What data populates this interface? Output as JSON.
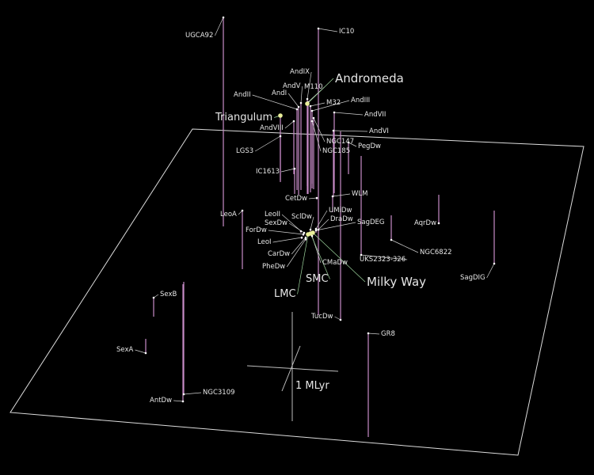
{
  "scale_label": "1 MLyr",
  "colors": {
    "background": "#000000",
    "plane": "#dcdcdc",
    "stem": "#c78bc7",
    "leader": "#cfcfcf",
    "major_leader": "#9fd79f",
    "major_dot": "#e9ef9a"
  },
  "galaxies": [
    {
      "id": "ugca92",
      "name": "UGCA92",
      "major": false
    },
    {
      "id": "ic10",
      "name": "IC10",
      "major": false
    },
    {
      "id": "andix",
      "name": "AndIX",
      "major": false
    },
    {
      "id": "andv",
      "name": "AndV",
      "major": false
    },
    {
      "id": "m110",
      "name": "M110",
      "major": false
    },
    {
      "id": "andromeda",
      "name": "Andromeda",
      "major": true
    },
    {
      "id": "andi",
      "name": "AndI",
      "major": false
    },
    {
      "id": "andii",
      "name": "AndII",
      "major": false
    },
    {
      "id": "m32",
      "name": "M32",
      "major": false
    },
    {
      "id": "andiii",
      "name": "AndIII",
      "major": false
    },
    {
      "id": "triangulum",
      "name": "Triangulum",
      "major": true
    },
    {
      "id": "andvii",
      "name": "AndVII",
      "major": false
    },
    {
      "id": "andviii",
      "name": "AndVIII",
      "major": false
    },
    {
      "id": "andvi",
      "name": "AndVI",
      "major": false
    },
    {
      "id": "ngc147",
      "name": "NGC147",
      "major": false
    },
    {
      "id": "lgs3",
      "name": "LGS3",
      "major": false
    },
    {
      "id": "ngc185",
      "name": "NGC185",
      "major": false
    },
    {
      "id": "pegdw",
      "name": "PegDw",
      "major": false
    },
    {
      "id": "ic1613",
      "name": "IC1613",
      "major": false
    },
    {
      "id": "wlm",
      "name": "WLM",
      "major": false
    },
    {
      "id": "cetdw",
      "name": "CetDw",
      "major": false
    },
    {
      "id": "leoa",
      "name": "LeoA",
      "major": false
    },
    {
      "id": "leoii",
      "name": "LeoII",
      "major": false
    },
    {
      "id": "scldw",
      "name": "SclDw",
      "major": false
    },
    {
      "id": "umidw",
      "name": "UMiDw",
      "major": false
    },
    {
      "id": "sexdw",
      "name": "SexDw",
      "major": false
    },
    {
      "id": "dradw",
      "name": "DraDw",
      "major": false
    },
    {
      "id": "fordw",
      "name": "ForDw",
      "major": false
    },
    {
      "id": "sagdeg",
      "name": "SagDEG",
      "major": false
    },
    {
      "id": "aqrdw",
      "name": "AqrDw",
      "major": false
    },
    {
      "id": "leoi",
      "name": "LeoI",
      "major": false
    },
    {
      "id": "ngc6822",
      "name": "NGC6822",
      "major": false
    },
    {
      "id": "cardw",
      "name": "CarDw",
      "major": false
    },
    {
      "id": "uks2323",
      "name": "UKS2323-326",
      "major": false
    },
    {
      "id": "phedw",
      "name": "PheDw",
      "major": false
    },
    {
      "id": "cmadw",
      "name": "CMaDw",
      "major": false
    },
    {
      "id": "sagdig",
      "name": "SagDIG",
      "major": false
    },
    {
      "id": "smc",
      "name": "SMC",
      "major": true
    },
    {
      "id": "milkyway",
      "name": "Milky Way",
      "major": true
    },
    {
      "id": "lmc",
      "name": "LMC",
      "major": true
    },
    {
      "id": "sexb",
      "name": "SexB",
      "major": false
    },
    {
      "id": "tucdw",
      "name": "TucDw",
      "major": false
    },
    {
      "id": "gr8",
      "name": "GR8",
      "major": false
    },
    {
      "id": "sexa",
      "name": "SexA",
      "major": false
    },
    {
      "id": "ngc3109",
      "name": "NGC3109",
      "major": false
    },
    {
      "id": "antdw",
      "name": "AntDw",
      "major": false
    }
  ]
}
